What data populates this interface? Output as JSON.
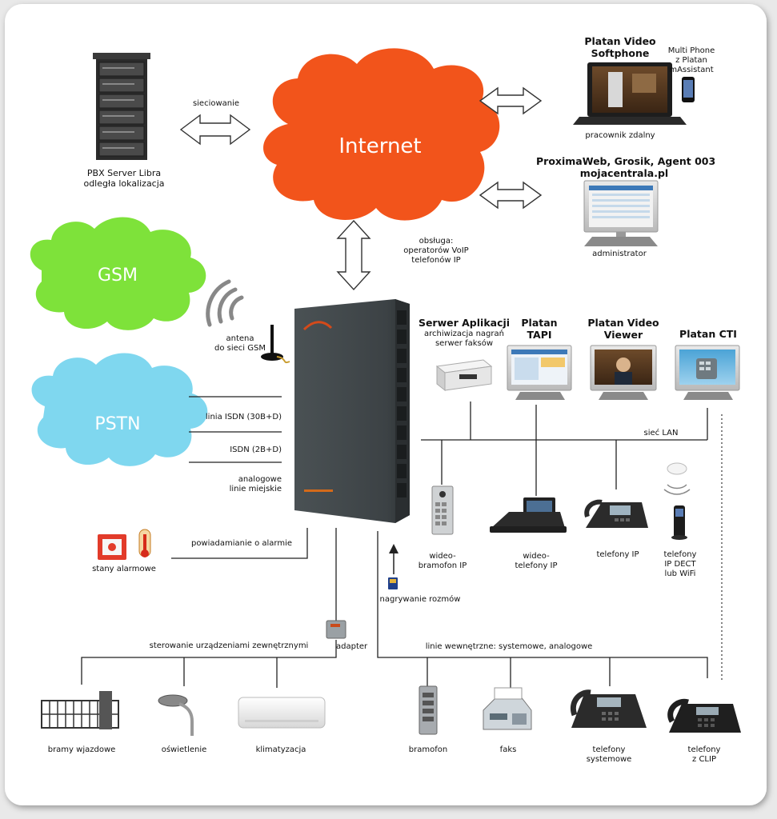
{
  "clouds": {
    "internet": "Internet",
    "gsm": "GSM",
    "pstn": "PSTN"
  },
  "top": {
    "pbx_server": [
      "PBX Server Libra",
      "odległa lokalizacja"
    ],
    "networking": "sieciowanie",
    "softphone_title": [
      "Platan Video",
      "Softphone"
    ],
    "multiphone": [
      "Multi Phone",
      "z Platan",
      "mAssistant"
    ],
    "remote_worker": "pracownik zdalny",
    "web_tools": [
      "ProximaWeb, Grosik, Agent 003",
      "mojacentrala.pl"
    ],
    "administrator": "administrator",
    "voip_service": [
      "obsługa:",
      "operatorów VoIP",
      "telefonów IP"
    ]
  },
  "middle": {
    "antenna": [
      "antena",
      "do sieci GSM"
    ],
    "isdn_30": "linia ISDN (30B+D)",
    "isdn_2": "ISDN (2B+D)",
    "analog_lines": [
      "analogowe",
      "linie miejskie"
    ],
    "alarm_notify": "powiadamianie o alarmie",
    "alarm_states": "stany alarmowe",
    "app_server_title": "Serwer Aplikacji",
    "app_server_sub": [
      "archiwizacja nagrań",
      "serwer faksów"
    ],
    "tapi": [
      "Platan",
      "TAPI"
    ],
    "video_viewer": [
      "Platan Video",
      "Viewer"
    ],
    "cti": "Platan CTI",
    "lan": "sieć LAN",
    "video_doorphone": [
      "wideo-",
      "bramofon IP"
    ],
    "video_phones": [
      "wideo-",
      "telefony IP"
    ],
    "ip_phones": "telefony IP",
    "dect_phones": [
      "telefony",
      "IP DECT",
      "lub WiFi"
    ],
    "call_recording": "nagrywanie rozmów"
  },
  "bottom": {
    "external_control": "sterowanie urządzeniami zewnętrznymi",
    "adapter": "adapter",
    "internal_lines": "linie wewnętrzne: systemowe, analogowe",
    "gates": "bramy wjazdowe",
    "lighting": "oświetlenie",
    "ac": "klimatyzacja",
    "doorphone": "bramofon",
    "fax": "faks",
    "system_phones": [
      "telefony",
      "systemowe"
    ],
    "clip_phones": [
      "telefony",
      "z CLIP"
    ]
  },
  "colors": {
    "internet_cloud": "#f2541b",
    "gsm_cloud": "#7ee23a",
    "pstn_cloud": "#7fd7ef",
    "pbx_device": "#3f4548",
    "line": "#222222"
  }
}
